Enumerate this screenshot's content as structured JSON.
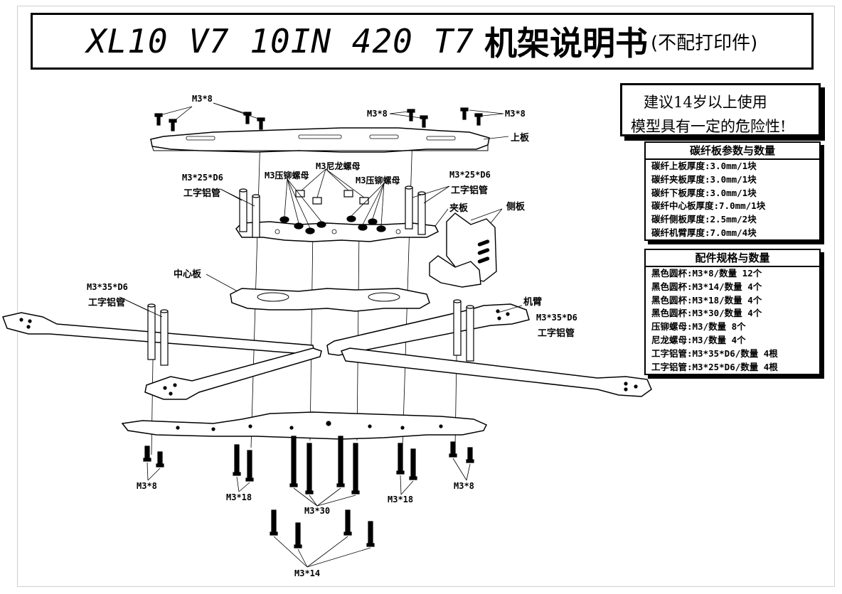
{
  "title": {
    "main": "XL10 V7 10IN 420 T7",
    "cn": "机架说明书",
    "sub": "(不配打印件)"
  },
  "warning": {
    "line1": "建议14岁以上使用",
    "line2": "模型具有一定的危险性!"
  },
  "carbon_table": {
    "header": "碳纤板参数与数量",
    "rows": [
      "碳纤上板厚度:3.0mm/1块",
      "碳纤夹板厚度:3.0mm/1块",
      "碳纤下板厚度:3.0mm/1块",
      "碳纤中心板厚度:7.0mm/1块",
      "碳纤侧板厚度:2.5mm/2块",
      "碳纤机臂厚度:7.0mm/4块"
    ]
  },
  "parts_table": {
    "header": "配件规格与数量",
    "rows": [
      "黑色圆杯:M3*8/数量 12个",
      "黑色圆杯:M3*14/数量 4个",
      "黑色圆杯:M3*18/数量 4个",
      "黑色圆杯:M3*30/数量 4个",
      "压铆螺母:M3/数量 8个",
      "尼龙螺母:M3/数量 4个",
      "工字铝管:M3*35*D6/数量 4根",
      "工字铝管:M3*25*D6/数量 4根"
    ]
  },
  "labels": {
    "m3x8_top_left": "M3*8",
    "m3x8_top_mid": "M3*8",
    "m3x8_top_right": "M3*8",
    "top_plate": "上板",
    "nylon_nut": "M3尼龙螺母",
    "press_nut_left": "M3压铆螺母",
    "press_nut_right": "M3压铆螺母",
    "standoff25_left": "M3*25*D6",
    "standoff25_left_cn": "工字铝管",
    "standoff25_right": "M3*25*D6",
    "standoff25_right_cn": "工字铝管",
    "clamp_plate": "夹板",
    "side_plate": "侧板",
    "center_plate": "中心板",
    "standoff35_left": "M3*35*D6",
    "standoff35_left_cn": "工字铝管",
    "arm": "机臂",
    "standoff35_right": "M3*35*D6",
    "standoff35_right_cn": "工字铝管",
    "m3x8_bottom_left": "M3*8",
    "m3x18_left": "M3*18",
    "m3x30": "M3*30",
    "m3x18_right": "M3*18",
    "m3x8_bottom_right": "M3*8",
    "m3x14": "M3*14"
  }
}
